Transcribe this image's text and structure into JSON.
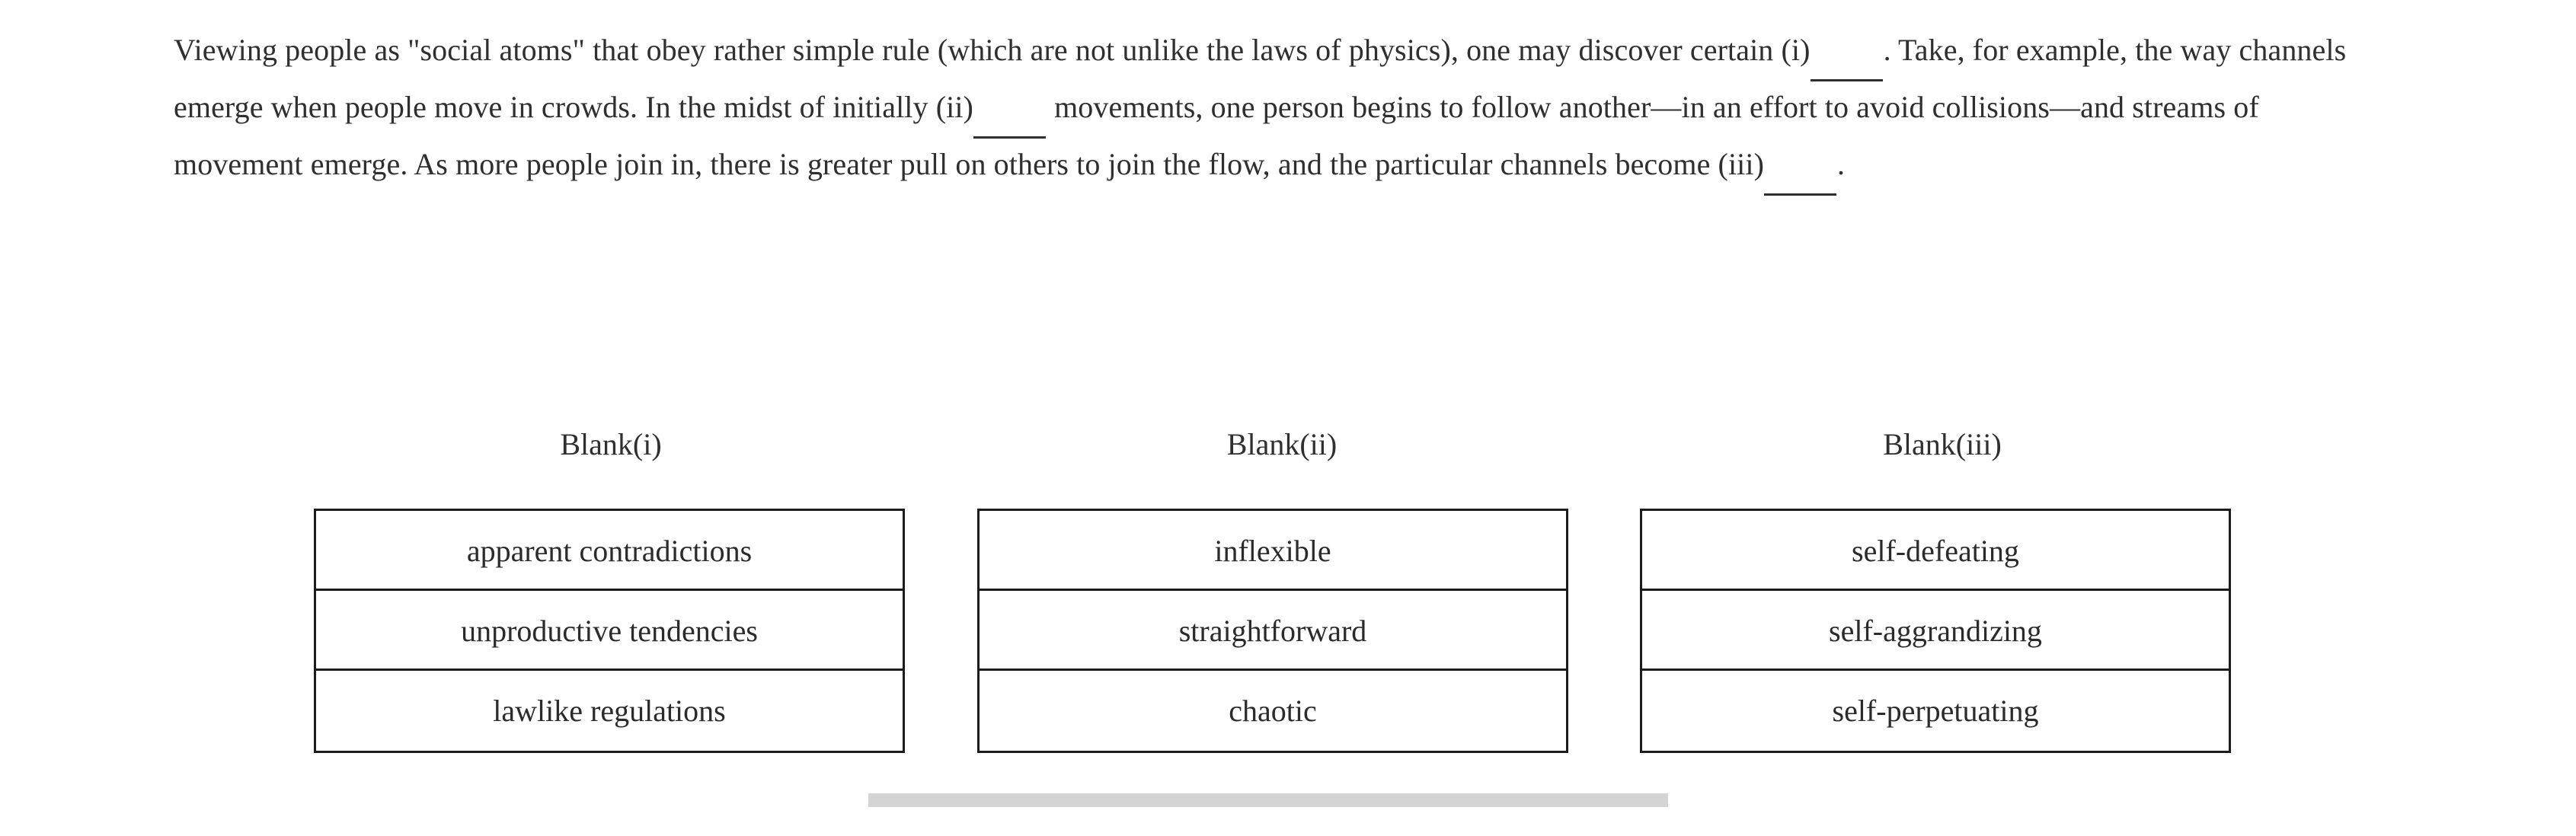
{
  "passage": {
    "segment_1": "Viewing people as \"social atoms\" that obey rather simple rule (which are not unlike the laws of physics), one may discover certain (i)",
    "segment_2": ". Take, for example, the way channels emerge when people move in crowds. In the midst of initially (ii)",
    "segment_3": " movements, one person begins to follow another—in an effort to avoid collisions—and streams of movement emerge. As more people join in, there is greater pull on others to join the flow, and the particular channels become (iii)",
    "segment_4": ".",
    "blank_marker": "_____"
  },
  "answer_table": {
    "columns": [
      {
        "header": "Blank(i)",
        "options": [
          "apparent contradictions",
          "unproductive tendencies",
          "lawlike regulations"
        ]
      },
      {
        "header": "Blank(ii)",
        "options": [
          "inflexible",
          "straightforward",
          "chaotic"
        ]
      },
      {
        "header": "Blank(iii)",
        "options": [
          "self-defeating",
          "self-aggrandizing",
          "self-perpetuating"
        ]
      }
    ]
  },
  "scrollbar": {
    "orientation": "horizontal",
    "thumb_color": "#d4d4d4"
  },
  "colors": {
    "background": "#ffffff",
    "text": "#2b2b2b",
    "border": "#1c1c1c",
    "scrollbar_thumb": "#d4d4d4"
  }
}
